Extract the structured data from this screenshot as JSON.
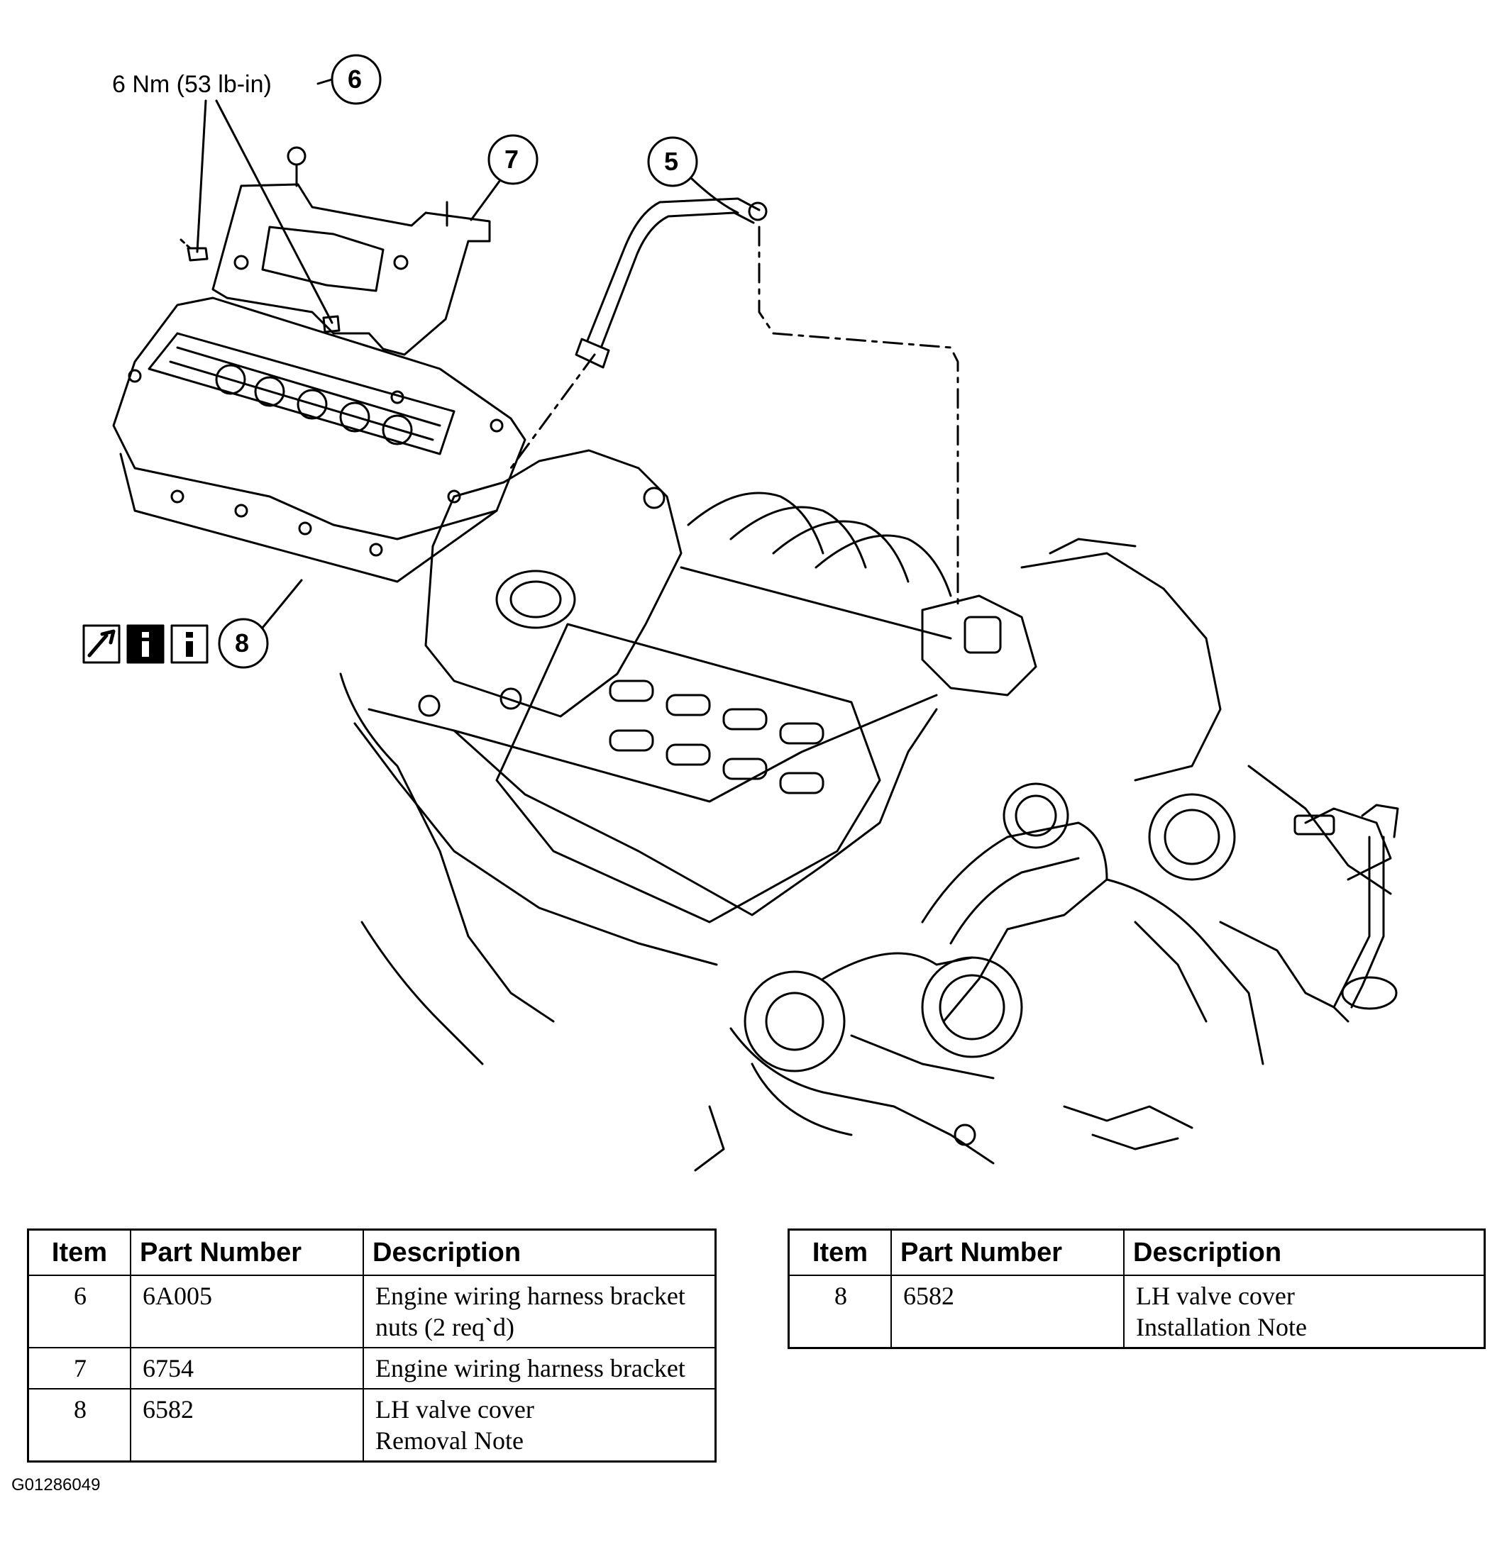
{
  "callouts": {
    "torque": "6 Nm (53 lb-in)",
    "c6": "6",
    "c7": "7",
    "c5": "5",
    "c8": "8"
  },
  "icons": [
    "wrench-note-icon",
    "info-icon-filled",
    "info-icon-outline"
  ],
  "table_left": {
    "headers": [
      "Item",
      "Part Number",
      "Description"
    ],
    "rows": [
      {
        "item": "6",
        "part": "6A005",
        "desc": "Engine wiring harness bracket",
        "desc2": "nuts (2 req`d)"
      },
      {
        "item": "7",
        "part": "6754",
        "desc": "Engine wiring harness bracket",
        "desc2": ""
      },
      {
        "item": "8",
        "part": "6582",
        "desc": "LH valve cover",
        "desc2": "Removal Note"
      }
    ]
  },
  "table_right": {
    "headers": [
      "Item",
      "Part Number",
      "Description"
    ],
    "rows": [
      {
        "item": "8",
        "part": "6582",
        "desc": "LH valve cover",
        "desc2": "Installation Note"
      }
    ]
  },
  "figure_code": "G01286049"
}
